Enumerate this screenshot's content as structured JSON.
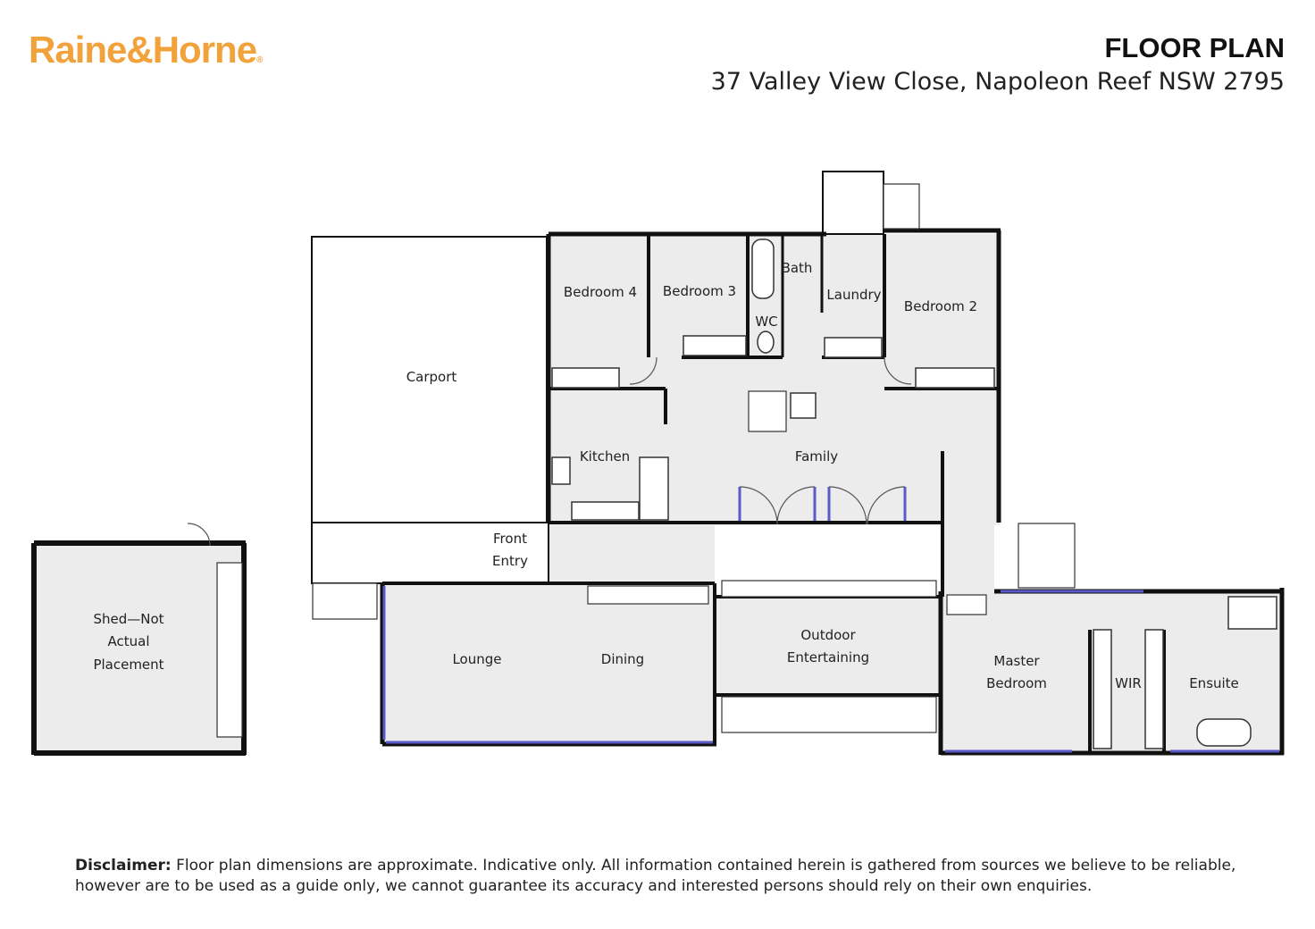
{
  "brand": {
    "logo_text": "Raine&Horne",
    "logo_mark": "®",
    "color": "#f2a23a"
  },
  "header": {
    "title": "FLOOR PLAN",
    "address": "37 Valley View Close, Napoleon Reef NSW 2795"
  },
  "rooms": {
    "carport": "Carport",
    "bedroom4": "Bedroom 4",
    "bedroom3": "Bedroom 3",
    "bath": "Bath",
    "wc": "WC",
    "laundry": "Laundry",
    "bedroom2": "Bedroom 2",
    "kitchen": "Kitchen",
    "family": "Family",
    "front_entry_1": "Front",
    "front_entry_2": "Entry",
    "lounge": "Lounge",
    "dining": "Dining",
    "outdoor_1": "Outdoor",
    "outdoor_2": "Entertaining",
    "master_1": "Master",
    "master_2": "Bedroom",
    "wir": "WIR",
    "ensuite": "Ensuite",
    "shed_1": "Shed—Not",
    "shed_2": "Actual",
    "shed_3": "Placement"
  },
  "disclaimer": {
    "label": "Disclaimer:",
    "text": "Floor plan dimensions are approximate. Indicative only. All information contained herein is gathered from sources we believe to be reliable, however are to be used as a guide only, we cannot guarantee its accuracy and interested persons should rely on their own enquiries."
  },
  "colors": {
    "floor": "#ececec",
    "wall": "#111111",
    "window": "#5a5ac8"
  }
}
